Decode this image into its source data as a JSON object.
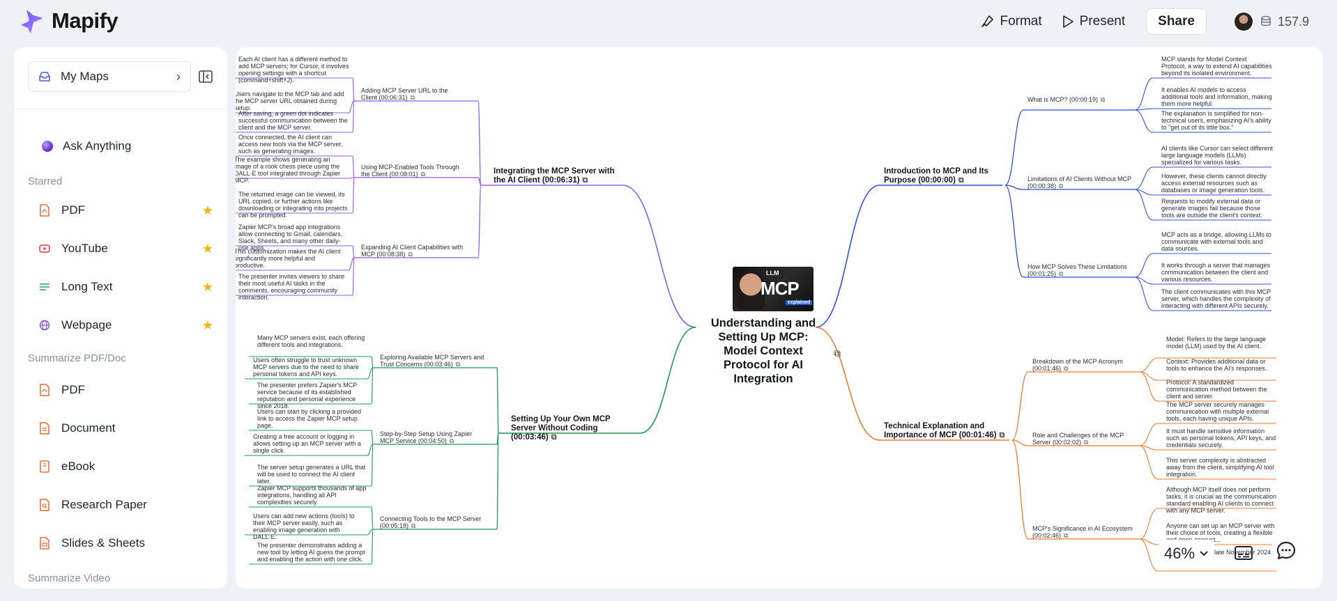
{
  "app": {
    "name": "Mapify"
  },
  "header": {
    "format_label": "Format",
    "present_label": "Present",
    "share_label": "Share",
    "credits": "157.9"
  },
  "sidebar": {
    "my_maps_label": "My Maps",
    "ask_label": "Ask Anything",
    "starred_label": "Starred",
    "starred_items": [
      {
        "label": "PDF",
        "icon": "pdf-icon"
      },
      {
        "label": "YouTube",
        "icon": "youtube-icon"
      },
      {
        "label": "Long Text",
        "icon": "long-text-icon"
      },
      {
        "label": "Webpage",
        "icon": "webpage-icon"
      }
    ],
    "summarize_doc_label": "Summarize PDF/Doc",
    "doc_items": [
      {
        "label": "PDF",
        "icon": "pdf-icon"
      },
      {
        "label": "Document",
        "icon": "document-icon"
      },
      {
        "label": "eBook",
        "icon": "ebook-icon"
      },
      {
        "label": "Research Paper",
        "icon": "research-paper-icon"
      },
      {
        "label": "Slides & Sheets",
        "icon": "slides-icon"
      }
    ],
    "summarize_video_label": "Summarize Video"
  },
  "map": {
    "center": {
      "title": "Understanding and Setting Up MCP: Model Context Protocol for AI Integration",
      "thumb_llm": "LLM",
      "thumb_text": "MCP",
      "thumb_badge": "explained"
    },
    "branches": {
      "integrating": {
        "title": "Integrating the MCP Server with the AI Client (00:06:31)",
        "color": "#8f5be8",
        "subs": [
          {
            "title": "Adding MCP Server URL to the Client (00:06:31)",
            "leaves": [
              "Each AI client has a different method to add MCP servers; for Cursor, it involves opening settings with a shortcut (command+shift+J).",
              "Users navigate to the MCP tab and add the MCP server URL obtained during setup.",
              "After saving, a green dot indicates successful communication between the client and the MCP server."
            ]
          },
          {
            "title": "Using MCP-Enabled Tools Through the Client (00:08:01)",
            "leaves": [
              "Once connected, the AI client can access new tools via the MCP server, such as generating images.",
              "The example shows generating an image of a rook chess piece using the DALL·E tool integrated through Zapier MCP.",
              "The returned image can be viewed, its URL copied, or further actions like downloading or integrating into projects can be prompted."
            ]
          },
          {
            "title": "Expanding AI Client Capabilities with MCP (00:08:38)",
            "leaves": [
              "Zapier MCP's broad app integrations allow connecting to Gmail, calendars, Slack, Sheets, and many other daily-use apps.",
              "This customization makes the AI client significantly more helpful and productive.",
              "The presenter invites viewers to share their most useful AI tasks in the comments, encouraging community interaction."
            ]
          }
        ]
      },
      "setup": {
        "title": "Setting Up Your Own MCP Server Without Coding (00:03:46)",
        "color": "#1f9a57",
        "subs": [
          {
            "title": "Exploring Available MCP Servers and Trust Concerns (00:03:46)",
            "leaves": [
              "Many MCP servers exist, each offering different tools and integrations.",
              "Users often struggle to trust unknown MCP servers due to the need to share personal tokens and API keys.",
              "The presenter prefers Zapier's MCP service because of its established reputation and personal experience since 2018."
            ]
          },
          {
            "title": "Step-by-Step Setup Using Zapier MCP Service (00:04:50)",
            "leaves": [
              "Users can start by clicking a provided link to access the Zapier MCP setup page.",
              "Creating a free account or logging in allows setting up an MCP server with a single click.",
              "The server setup generates a URL that will be used to connect the AI client later."
            ]
          },
          {
            "title": "Connecting Tools to the MCP Server (00:05:18)",
            "leaves": [
              "Zapier MCP supports thousands of app integrations, handling all API complexities securely.",
              "Users can add new actions (tools) to their MCP server easily, such as enabling image generation with DALL·E.",
              "The presenter demonstrates adding a new tool by letting AI guess the prompt and enabling the action with one click."
            ]
          }
        ]
      },
      "intro": {
        "title": "Introduction to MCP and Its Purpose (00:00:00)",
        "color": "#2f4fd8",
        "subs": [
          {
            "title": "What is MCP? (00:00:19)",
            "leaves": [
              "MCP stands for Model Context Protocol, a way to extend AI capabilities beyond its isolated environment.",
              "It enables AI models to access additional tools and information, making them more helpful.",
              "The explanation is simplified for non-technical users, emphasizing AI's ability to \"get out of its little box.\""
            ]
          },
          {
            "title": "Limitations of AI Clients Without MCP (00:00:38)",
            "leaves": [
              "AI clients like Cursor can select different large language models (LLMs) specialized for various tasks.",
              "However, these clients cannot directly access external resources such as databases or image generation tools.",
              "Requests to modify external data or generate images fail because those tools are outside the client's context."
            ]
          },
          {
            "title": "How MCP Solves These Limitations (00:01:25)",
            "leaves": [
              "MCP acts as a bridge, allowing LLMs to communicate with external tools and data sources.",
              "It works through a server that manages communication between the client and various resources.",
              "The client communicates with this MCP server, which handles the complexity of interacting with different APIs securely."
            ]
          }
        ]
      },
      "technical": {
        "title": "Technical Explanation and Importance of MCP (00:01:46)",
        "color": "#ef7a2e",
        "subs": [
          {
            "title": "Breakdown of the MCP Acronym (00:01:46)",
            "leaves": [
              "Model: Refers to the large language model (LLM) used by the AI client.",
              "Context: Provides additional data or tools to enhance the AI's responses.",
              "Protocol: A standardized communication method between the client and server."
            ]
          },
          {
            "title": "Role and Challenges of the MCP Server (00:02:02)",
            "leaves": [
              "The MCP server securely manages communication with multiple external tools, each having unique APIs.",
              "It must handle sensitive information such as personal tokens, API keys, and credentials securely.",
              "This server complexity is abstracted away from the client, simplifying AI tool integration."
            ]
          },
          {
            "title": "MCP's Significance in AI Ecosystem (00:02:46)",
            "leaves": [
              "Although MCP itself does not perform tasks, it is crucial as the communication standard enabling AI clients to connect with any MCP server.",
              "Anyone can set up an MCP server with their choice of tools, creating a flexible and open ecosyst...",
              "...by Anthropic in late November 2024."
            ]
          }
        ]
      }
    }
  },
  "controls": {
    "zoom": "46%"
  }
}
